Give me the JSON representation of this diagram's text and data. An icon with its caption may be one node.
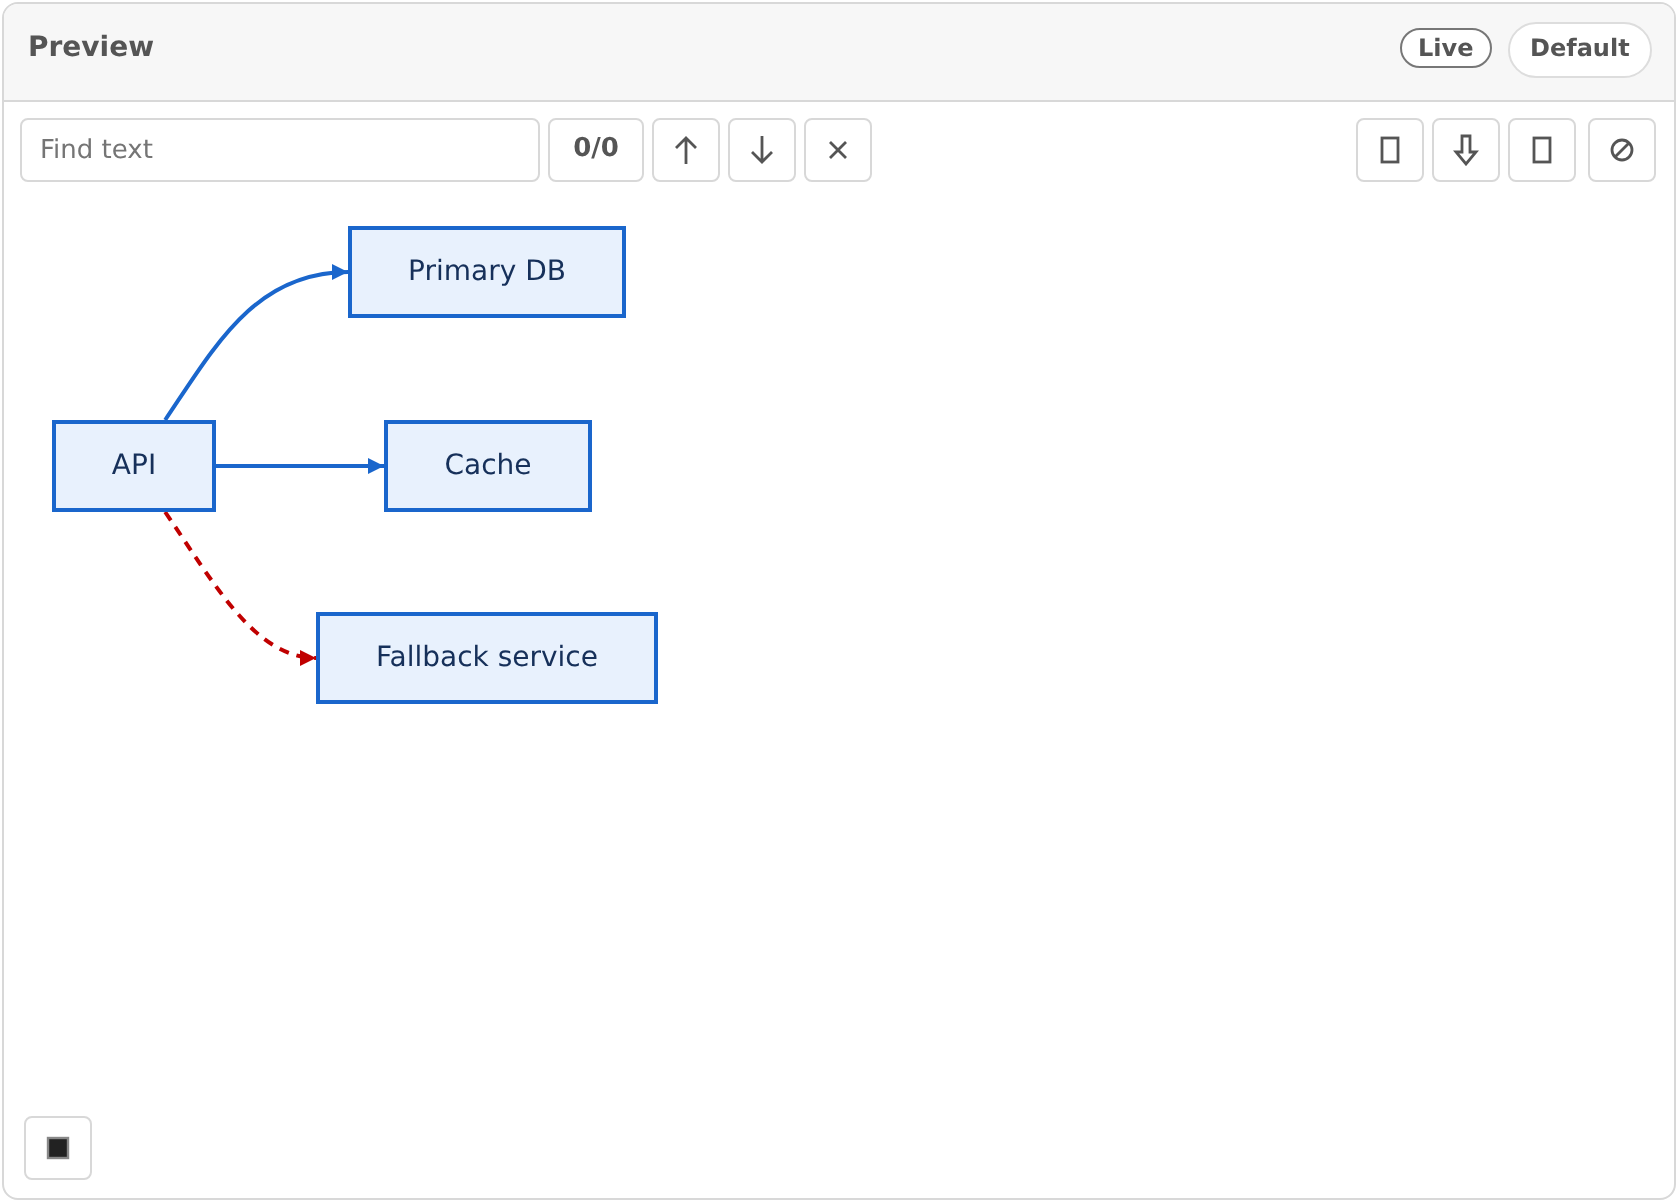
{
  "diagram": {
    "nodes": [
      {
        "text": [
          "Primary DB"
        ]
      },
      {
        "text": [
          "API"
        ]
      },
      {
        "text": [
          "Cache"
        ]
      },
      {
        "text": [
          "Fallback service"
        ]
      }
    ],
    "edges": [
      {
        "from": 1,
        "to": 0,
        "arrow": "to"
      },
      {
        "from": 1,
        "to": 2,
        "arrow": "to"
      },
      {
        "from": 1,
        "to": 3,
        "arrow": "to",
        "style": "dashed",
        "color": "#c00000"
      }
    ],
    "labels": [
      "Preview",
      "Live",
      "Default",
      "Find text",
      "0/0"
    ]
  }
}
